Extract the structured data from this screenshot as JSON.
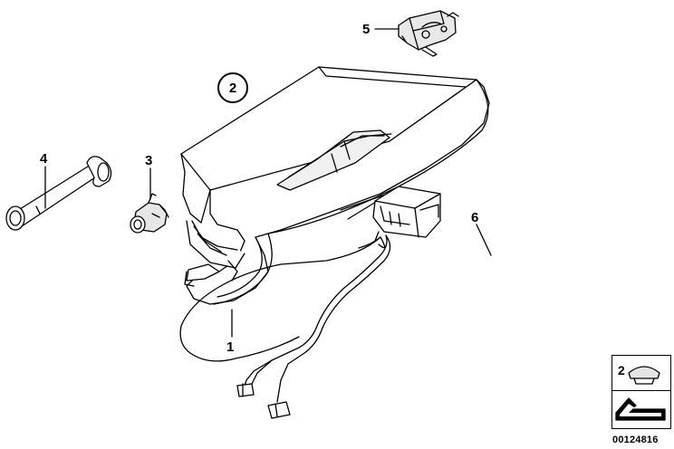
{
  "diagram": {
    "callouts": {
      "part1": "1",
      "part2_circled": "2",
      "part3": "3",
      "part4": "4",
      "part5": "5",
      "part6": "6"
    },
    "legend": {
      "number": "2"
    },
    "drawing_number": "00124816"
  }
}
